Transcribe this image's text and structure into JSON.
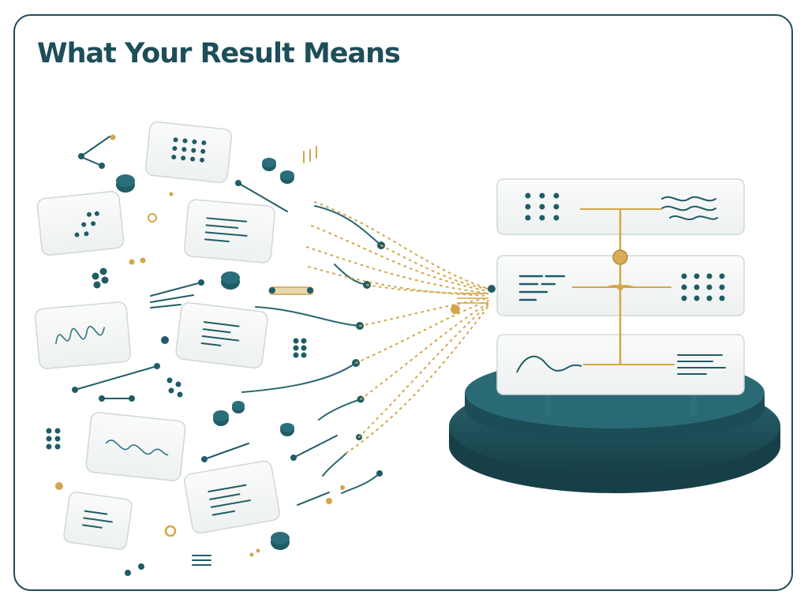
{
  "header": {
    "title": "What Your Result Means"
  },
  "colors": {
    "title": "#1d4e59",
    "teal": "#1f5c66",
    "teal_dark": "#164750",
    "gold": "#d4a64a",
    "glass_stroke": "#d3dadb"
  },
  "illustration": {
    "scattered_cards": [
      {
        "pattern": "dot-grid"
      },
      {
        "pattern": "dot-cluster"
      },
      {
        "pattern": "text-lines"
      },
      {
        "pattern": "waveform"
      },
      {
        "pattern": "text-lines"
      },
      {
        "pattern": "waveform"
      },
      {
        "pattern": "text-lines"
      },
      {
        "pattern": "text-lines"
      }
    ],
    "stacked_panels": [
      {
        "left": "dot-grid",
        "right": "wave-lines"
      },
      {
        "left": "text-lines",
        "right": "dot-grid"
      },
      {
        "left": "waveform",
        "right": "text-lines"
      }
    ],
    "pedestal": "teal-round-base"
  }
}
